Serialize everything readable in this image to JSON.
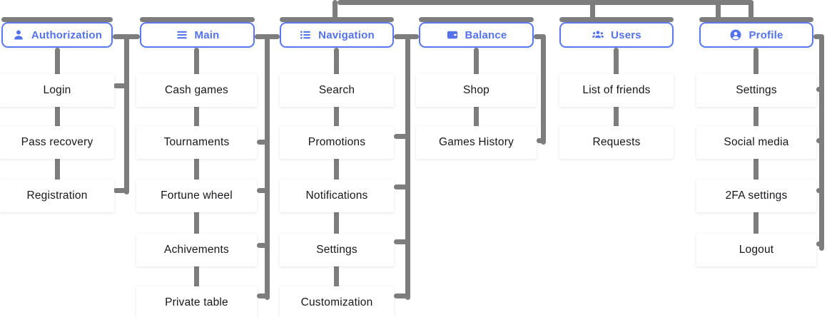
{
  "colors": {
    "accent_blue": "#5472ec",
    "accent_border": "#5b78f0",
    "connector_gray": "#7d7d7d",
    "node_background": "#ffffff",
    "node_text": "#17171c"
  },
  "columns": [
    {
      "id": "authorization",
      "label": "Authorization",
      "icon": "person-icon",
      "children": [
        "Login",
        "Pass recovery",
        "Registration"
      ]
    },
    {
      "id": "main",
      "label": "Main",
      "icon": "menu-icon",
      "children": [
        "Cash games",
        "Tournaments",
        "Fortune wheel",
        "Achivements",
        "Private table"
      ]
    },
    {
      "id": "navigation",
      "label": "Navigation",
      "icon": "list-icon",
      "children": [
        "Search",
        "Promotions",
        "Notifications",
        "Settings",
        "Customization"
      ]
    },
    {
      "id": "balance",
      "label": "Balance",
      "icon": "wallet-icon",
      "children": [
        "Shop",
        "Games History"
      ]
    },
    {
      "id": "users",
      "label": "Users",
      "icon": "users-group-icon",
      "children": [
        "List of friends",
        "Requests"
      ]
    },
    {
      "id": "profile",
      "label": "Profile",
      "icon": "person-circle-icon",
      "children": [
        "Settings",
        "Social media",
        "2FA settings",
        "Logout"
      ]
    }
  ]
}
